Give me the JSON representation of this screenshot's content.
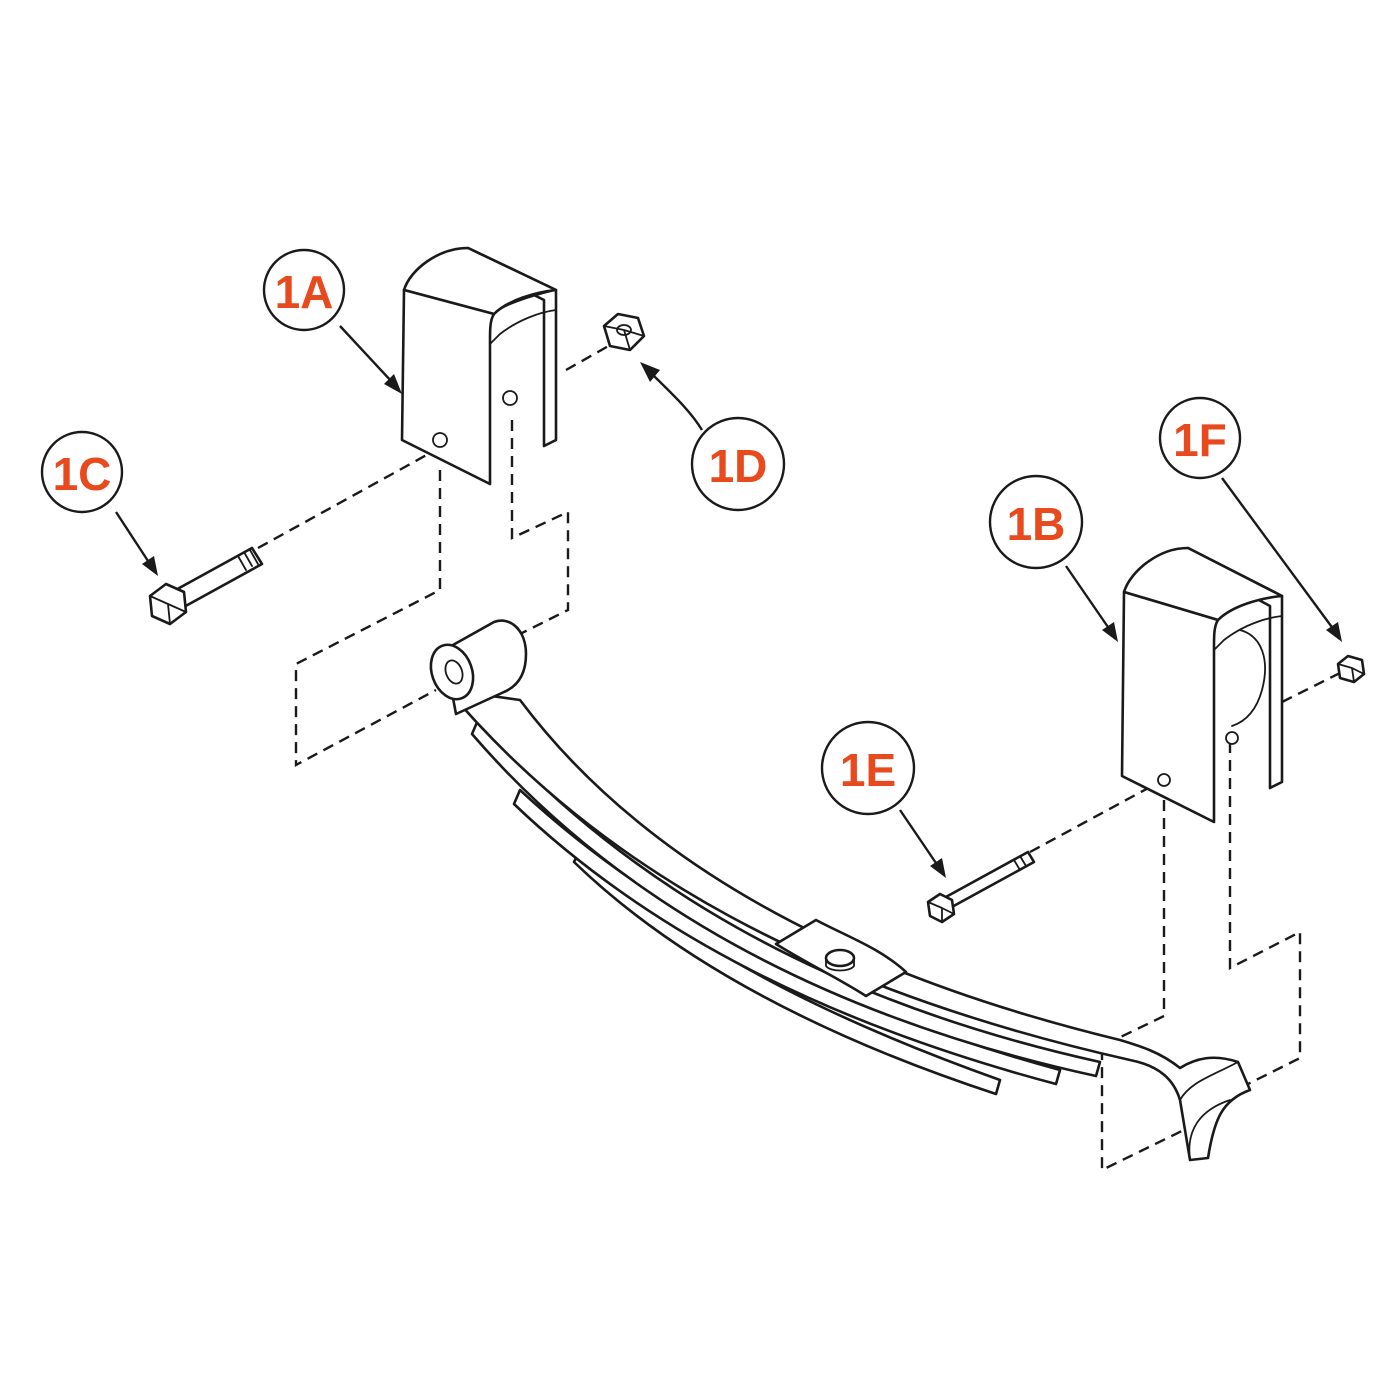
{
  "colors": {
    "callout_text": "#e8491d",
    "ink": "#1a1a1a",
    "background": "#ffffff"
  },
  "callouts": {
    "c1A": "1A",
    "c1B": "1B",
    "c1C": "1C",
    "c1D": "1D",
    "c1E": "1E",
    "c1F": "1F"
  }
}
